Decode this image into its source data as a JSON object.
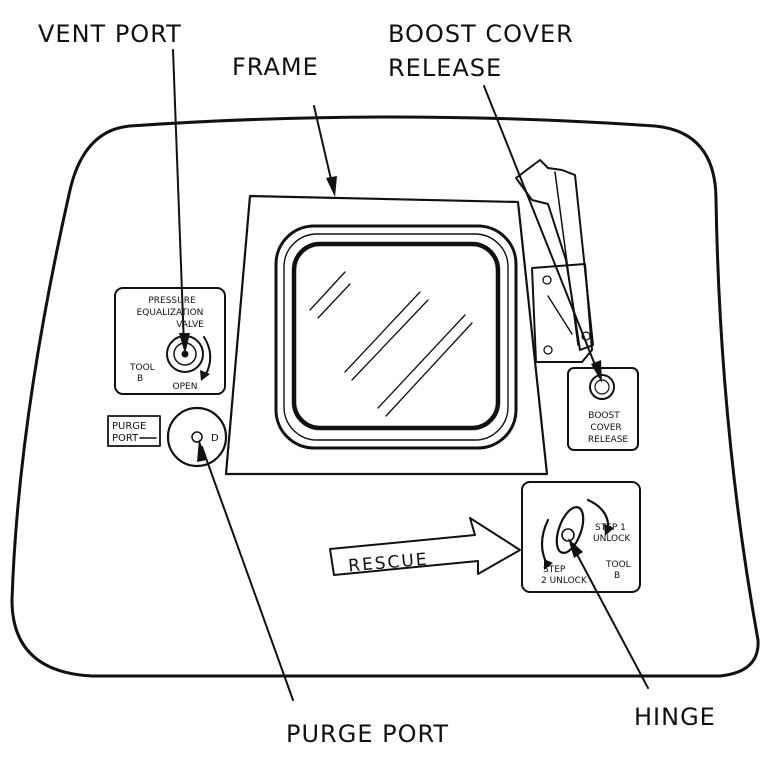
{
  "callouts": {
    "vent_port": "VENT PORT",
    "frame": "FRAME",
    "boost_cover_release_1": "BOOST COVER",
    "boost_cover_release_2": "RELEASE",
    "purge_port": "PURGE PORT",
    "hinge": "HINGE"
  },
  "plates": {
    "pressure_valve": {
      "line1": "PRESSURE",
      "line2": "EQUALIZATION",
      "line3": "VALVE",
      "tool_1": "TOOL",
      "tool_2": "B",
      "open": "OPEN"
    },
    "purge_tag_1": "PURGE",
    "purge_tag_2": "PORT",
    "purge_knob_mark": "D",
    "boost_release": {
      "line1": "BOOST",
      "line2": "COVER",
      "line3": "RELEASE"
    },
    "hinge_plate": {
      "step1_1": "STEP 1",
      "step1_2": "UNLOCK",
      "step2_1": "STEP",
      "step2_2": "2 UNLOCK",
      "tool_1": "TOOL",
      "tool_2": "B"
    },
    "rescue_arrow": "RESCUE"
  }
}
